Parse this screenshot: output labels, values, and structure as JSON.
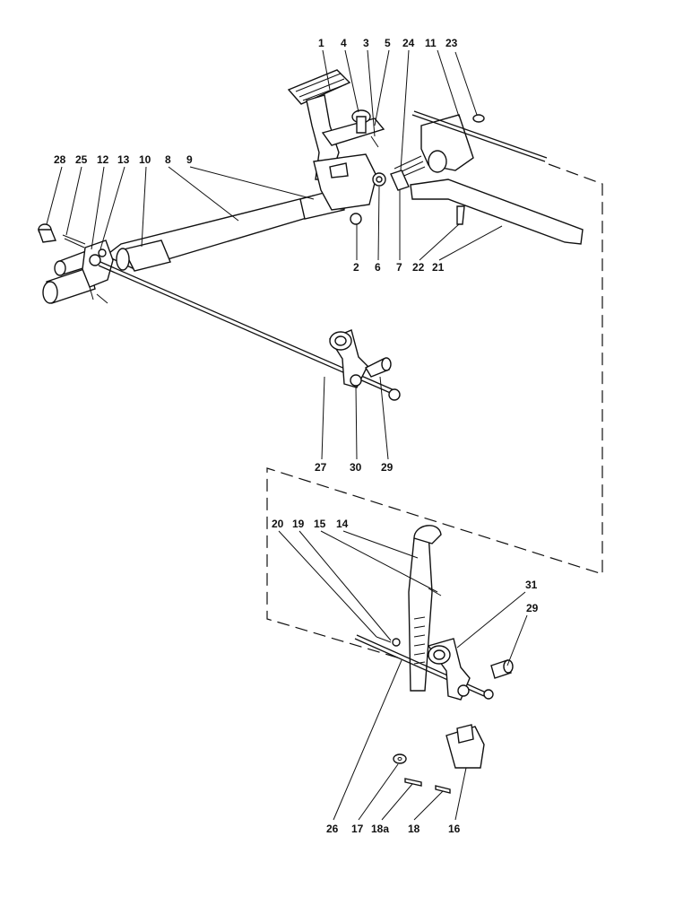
{
  "labels": {
    "l1": "1",
    "l4": "4",
    "l3": "3",
    "l5": "5",
    "l24": "24",
    "l11": "11",
    "l23": "23",
    "l28": "28",
    "l25": "25",
    "l12": "12",
    "l13": "13",
    "l10": "10",
    "l8": "8",
    "l9": "9",
    "l2": "2",
    "l6": "6",
    "l7": "7",
    "l22": "22",
    "l21": "21",
    "l27": "27",
    "l30": "30",
    "l29a": "29",
    "l20": "20",
    "l19": "19",
    "l15": "15",
    "l14": "14",
    "l31": "31",
    "l29b": "29",
    "l26": "26",
    "l17": "17",
    "l18a": "18a",
    "l18": "18",
    "l16": "16"
  }
}
